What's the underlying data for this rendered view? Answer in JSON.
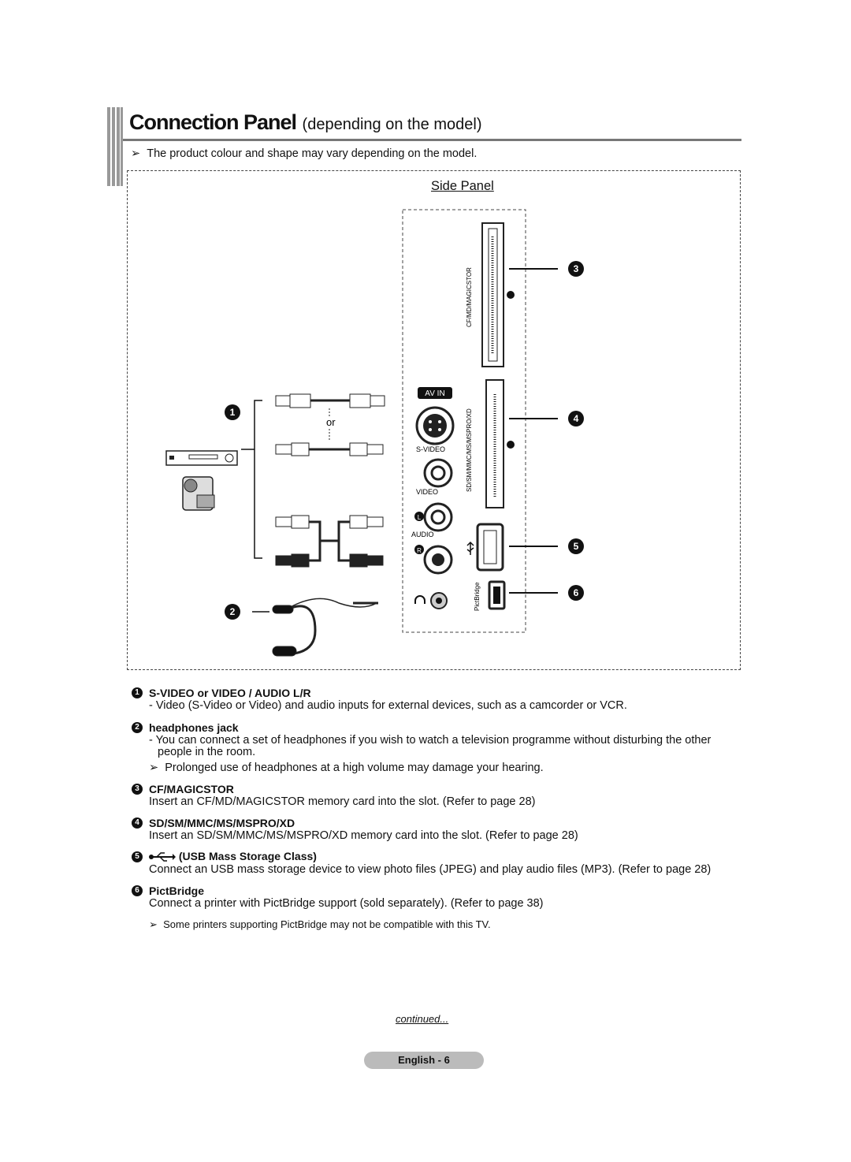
{
  "header": {
    "title_bold": "Connection Panel",
    "title_light": "(depending on the model)",
    "note": "The product colour and shape may vary depending on the model."
  },
  "diagram": {
    "title": "Side Panel",
    "av_in": "AV IN",
    "svideo": "S-VIDEO",
    "video": "VIDEO",
    "audio": "AUDIO",
    "l": "L",
    "r": "R",
    "cf_slot": "CF/MD/MAGICSTOR",
    "sd_slot": "SD/SM/MMC/MS/MSPRO/XD",
    "pictbridge": "PictBridge",
    "or": "or",
    "callouts": [
      "1",
      "2",
      "3",
      "4",
      "5",
      "6"
    ]
  },
  "legend": [
    {
      "num": "1",
      "title": "S-VIDEO or VIDEO / AUDIO L/R",
      "lines": [
        "- Video (S-Video or Video) and audio inputs for external devices, such as a camcorder or VCR."
      ]
    },
    {
      "num": "2",
      "title": "headphones jack",
      "lines": [
        "- You can connect a set of headphones if you wish to watch a television programme without disturbing the other",
        "people in the room."
      ],
      "note": "Prolonged use of headphones at a high volume may damage your hearing."
    },
    {
      "num": "3",
      "title": "CF/MAGICSTOR",
      "lines": [
        "Insert an CF/MD/MAGICSTOR memory card into the slot. (Refer to page 28)"
      ]
    },
    {
      "num": "4",
      "title": "SD/SM/MMC/MS/MSPRO/XD",
      "lines": [
        "Insert an SD/SM/MMC/MS/MSPRO/XD memory card into the slot. (Refer to page 28)"
      ]
    },
    {
      "num": "5",
      "title": "(USB Mass Storage Class)",
      "lines": [
        "Connect an USB mass storage device to view photo files (JPEG) and play audio files (MP3). (Refer to page 28)"
      ]
    },
    {
      "num": "6",
      "title": "PictBridge",
      "lines": [
        "Connect a printer with PictBridge support (sold separately). (Refer to page 38)"
      ],
      "note": "Some printers supporting PictBridge may not be compatible with this TV."
    }
  ],
  "footer": {
    "continued": "continued...",
    "page": "English - 6"
  }
}
